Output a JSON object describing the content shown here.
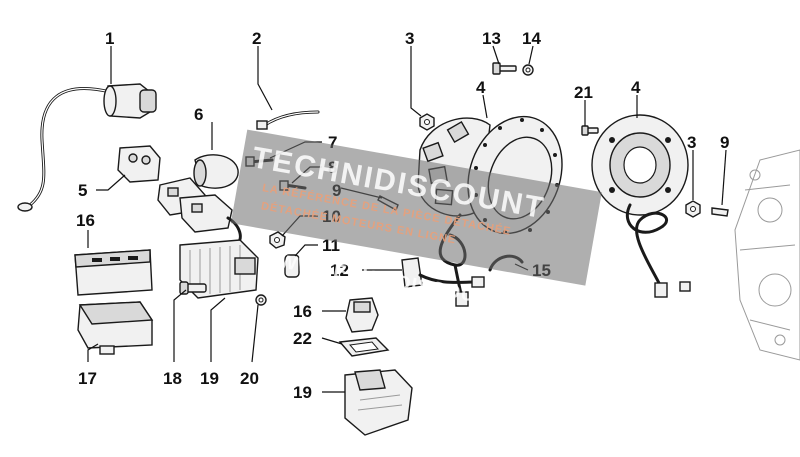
{
  "diagram": {
    "callouts": {
      "c1": "1",
      "c2": "2",
      "c3a": "3",
      "c3b": "3",
      "c4a": "4",
      "c4b": "4",
      "c5": "5",
      "c6": "6",
      "c7": "7",
      "c8": "8",
      "c9a": "9",
      "c9b": "9",
      "c10": "10",
      "c11": "11",
      "c12": "12",
      "c13": "13",
      "c14": "14",
      "c15": "15",
      "c16a": "16",
      "c16b": "16",
      "c17": "17",
      "c18": "18",
      "c19a": "19",
      "c19b": "19",
      "c20": "20",
      "c21": "21",
      "c22": "22"
    }
  },
  "watermark": {
    "logo": "TECHNIDISCOUNT",
    "line1": "LA RÉFÉRENCE DE LA PIÈCE DÉTACHÉE",
    "line2": "DÉTACHÉE MOTEURS EN LIGNE",
    "url": "WWW.TECHNIDISCOUNT.COM",
    "colors": {
      "band": "#6e6e6e",
      "accent": "#e9a07a"
    }
  }
}
